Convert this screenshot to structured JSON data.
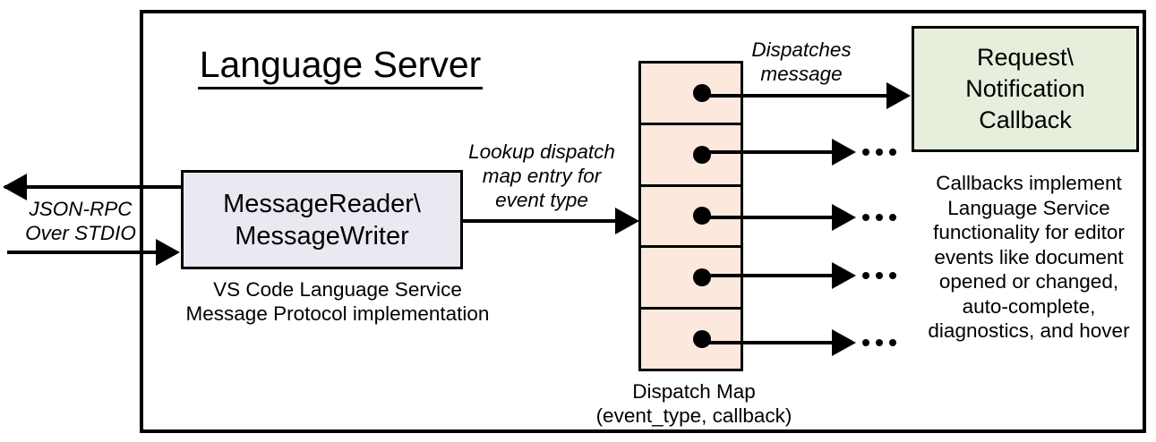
{
  "title": "Language Server",
  "boxes": {
    "reader": {
      "lines": [
        "MessageReader\\",
        "MessageWriter"
      ],
      "fill": "#EAE9F1"
    },
    "callback": {
      "lines": [
        "Request\\",
        "Notification",
        "Callback"
      ],
      "fill": "#E5EFDC"
    }
  },
  "dispatch_map": {
    "cell_count": 5,
    "fill": "#FCE8DC",
    "caption_lines": [
      "Dispatch Map",
      "(event_type, callback)"
    ]
  },
  "labels": {
    "json_rpc": {
      "lines": [
        "JSON-RPC",
        "Over STDIO"
      ]
    },
    "lookup": {
      "lines": [
        "Lookup dispatch",
        "map entry for",
        "event type"
      ]
    },
    "dispatches": {
      "lines": [
        "Dispatches",
        "message"
      ]
    }
  },
  "captions": {
    "reader": {
      "lines": [
        "VS Code Language Service",
        "Message Protocol implementation"
      ]
    }
  },
  "notes": {
    "callbacks": {
      "lines": [
        "Callbacks implement",
        "Language Service",
        "functionality for editor",
        "events like document",
        "opened or changed,",
        "auto-complete,",
        "diagnostics, and hover"
      ]
    }
  },
  "icons": {
    "ellipsis": "•••",
    "arrowhead": "▶"
  },
  "colors": {
    "line": "#000000",
    "reader_fill": "#EAE9F1",
    "callback_fill": "#E5EFDC",
    "map_fill": "#FCE8DC",
    "background": "#FFFFFF"
  }
}
